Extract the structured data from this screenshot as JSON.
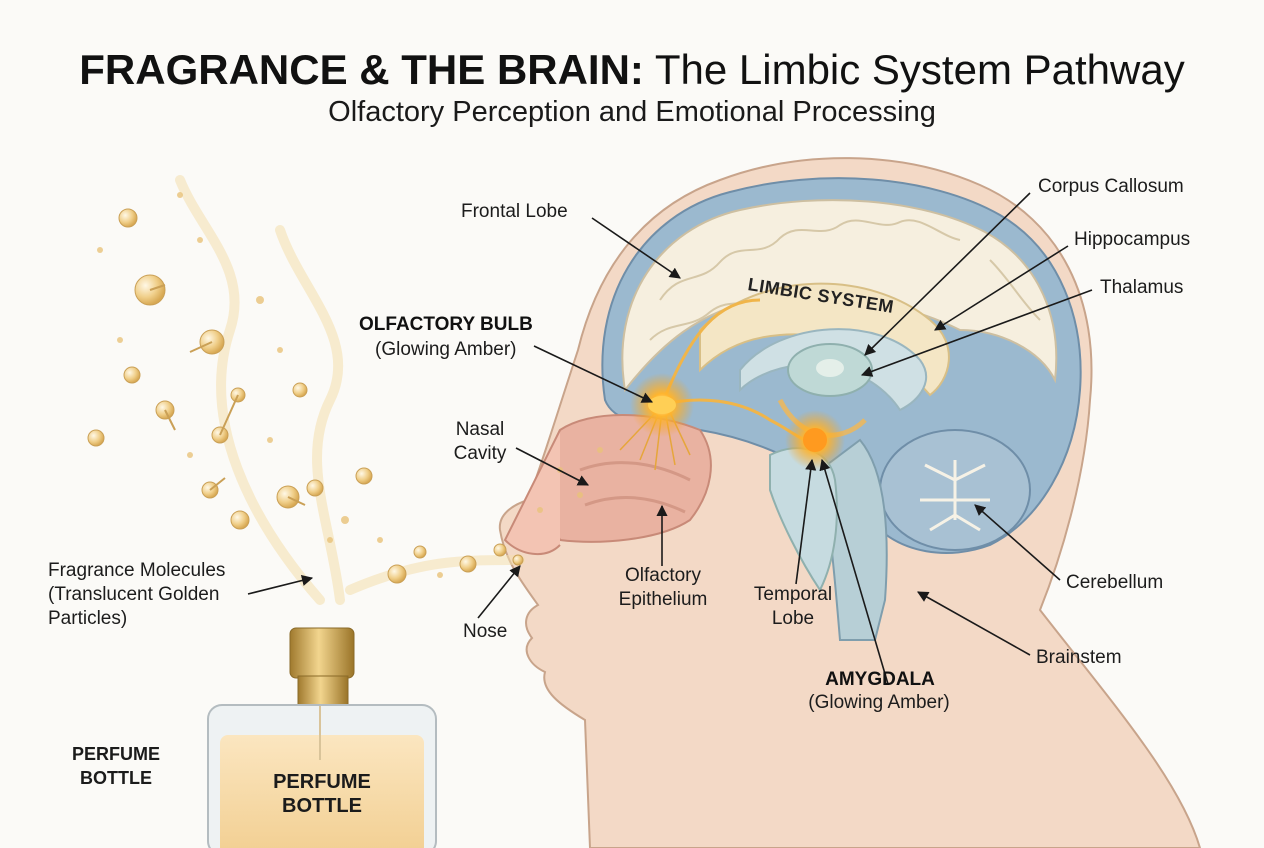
{
  "header": {
    "title_bold": "FRAGRANCE & THE BRAIN:",
    "title_rest": " The Limbic System Pathway",
    "subtitle": "Olfactory Perception and Emotional Processing"
  },
  "labels": {
    "frontal_lobe": "Frontal Lobe",
    "corpus_callosum": "Corpus Callosum",
    "hippocampus": "Hippocampus",
    "thalamus": "Thalamus",
    "limbic_system": "LIMBIC SYSTEM",
    "olfactory_bulb": "OLFACTORY BULB",
    "olfactory_bulb_sub": "(Glowing Amber)",
    "nasal_cavity_1": "Nasal",
    "nasal_cavity_2": "Cavity",
    "fragrance_1": "Fragrance Molecules",
    "fragrance_2": "(Translucent Golden",
    "fragrance_3": "Particles)",
    "nose": "Nose",
    "olfactory_epithelium_1": "Olfactory",
    "olfactory_epithelium_2": "Epithelium",
    "temporal_lobe_1": "Temporal",
    "temporal_lobe_2": "Lobe",
    "cerebellum": "Cerebellum",
    "brainstem": "Brainstem",
    "amygdala": "AMYGDALA",
    "amygdala_sub": "(Glowing Amber)",
    "perfume_left_1": "PERFUME",
    "perfume_left_2": "BOTTLE",
    "perfume_bottle_1": "PERFUME",
    "perfume_bottle_2": "BOTTLE"
  },
  "colors": {
    "amber_glow": "#f7a21b",
    "brain_blue": "#9bb9cf",
    "skin": "#f3d9c6",
    "nasal_pink": "#e9b2a1",
    "gold": "#e8c27a"
  }
}
